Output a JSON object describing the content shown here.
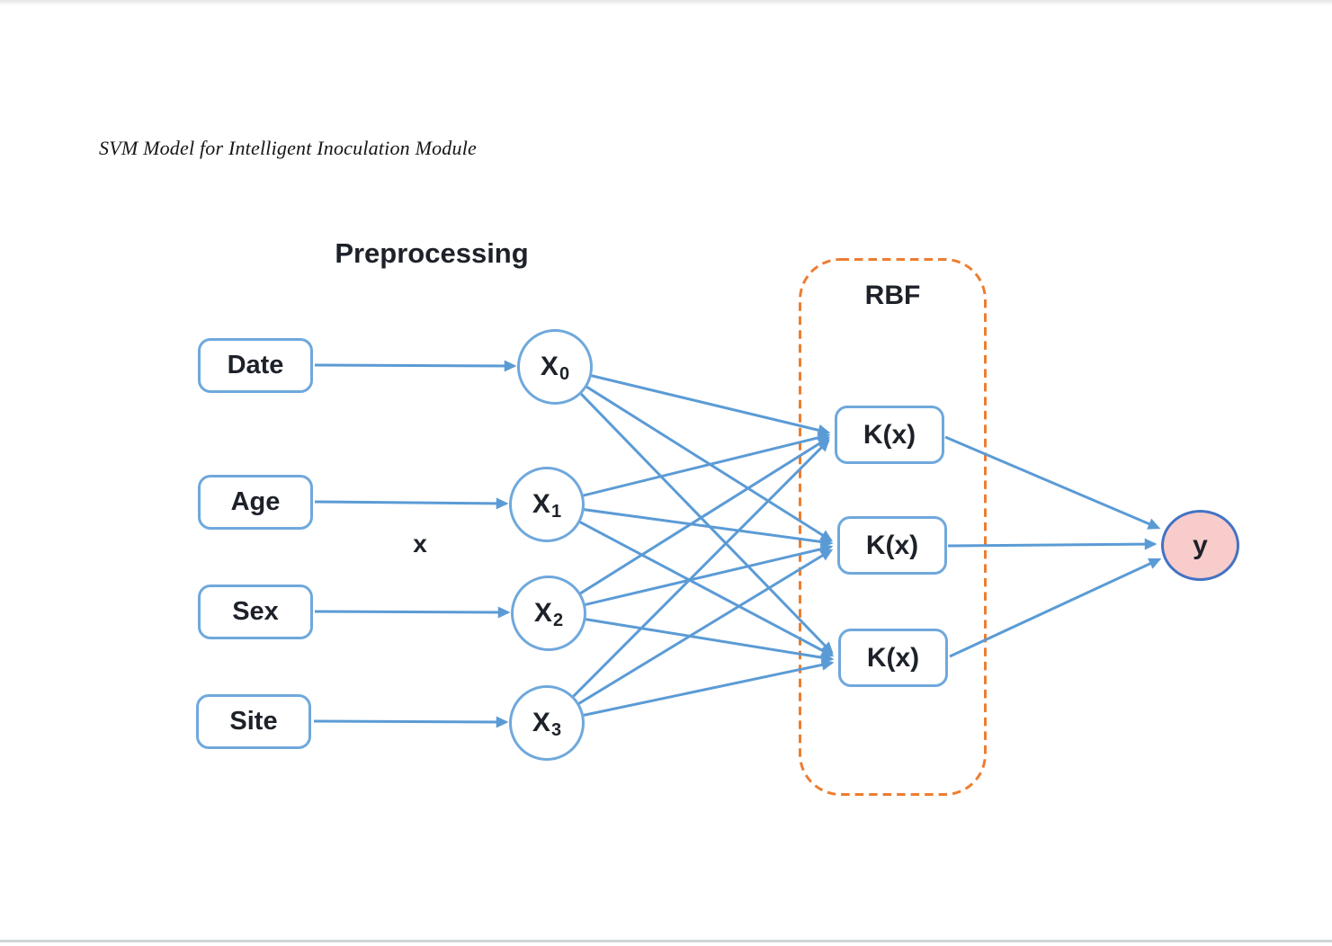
{
  "document": {
    "title": "SVM Model for Intelligent Inoculation Module"
  },
  "diagram": {
    "preprocessing_label": "Preprocessing",
    "input_vector_label": "x",
    "rbf_group_label": "RBF",
    "input_nodes": [
      {
        "label": "Date"
      },
      {
        "label": "Age"
      },
      {
        "label": "Sex"
      },
      {
        "label": "Site"
      }
    ],
    "feature_nodes": [
      {
        "base": "X",
        "sub": "0"
      },
      {
        "base": "X",
        "sub": "1"
      },
      {
        "base": "X",
        "sub": "2"
      },
      {
        "base": "X",
        "sub": "3"
      }
    ],
    "kernel_nodes": [
      {
        "label": "K(x)"
      },
      {
        "label": "K(x)"
      },
      {
        "label": "K(x)"
      }
    ],
    "output_node": {
      "label": "y"
    },
    "connections": {
      "inputs_to_features": "one-to-one arrows",
      "features_to_kernels": "fully connected arrows",
      "kernels_to_output": "all-to-one arrows"
    },
    "colors": {
      "connector_blue": "#5b9bd5",
      "node_border_blue": "#6fa8dc",
      "rbf_dash_orange": "#ed7d31",
      "output_fill_pink": "#f8cccb",
      "output_border_blue": "#4472c4",
      "text_dark": "#1d2129",
      "title_black": "#151515"
    }
  }
}
